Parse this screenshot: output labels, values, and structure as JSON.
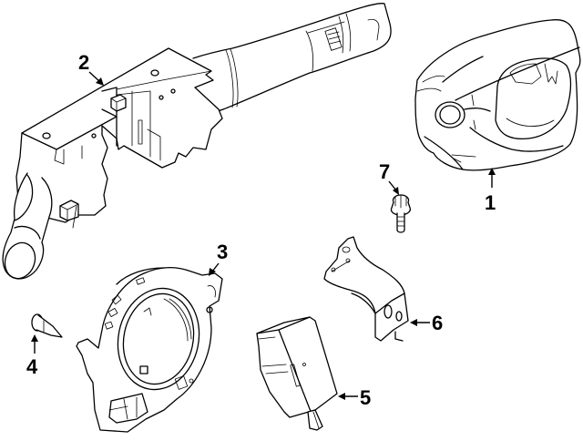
{
  "diagram": {
    "type": "exploded-parts-diagram",
    "background_color": "#ffffff",
    "line_color": "#000000",
    "callouts": [
      {
        "number": "1",
        "part": "steering-column-shroud"
      },
      {
        "number": "2",
        "part": "combination-switch"
      },
      {
        "number": "3",
        "part": "clock-spring"
      },
      {
        "number": "4",
        "part": "screw"
      },
      {
        "number": "5",
        "part": "control-module"
      },
      {
        "number": "6",
        "part": "mounting-bracket"
      },
      {
        "number": "7",
        "part": "bolt"
      }
    ]
  }
}
